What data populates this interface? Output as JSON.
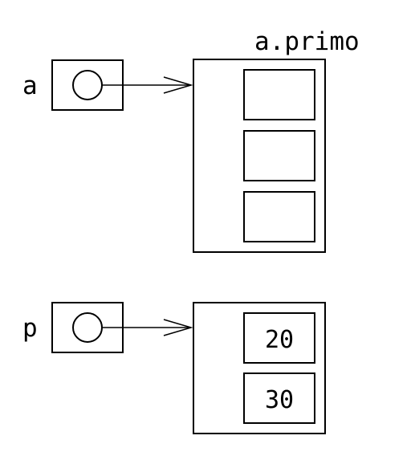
{
  "variables": [
    {
      "name": "a",
      "arrow": "pointer"
    },
    {
      "name": "p",
      "arrow": "pointer"
    }
  ],
  "structures": [
    {
      "title": "a.primo",
      "cells": [
        "",
        "",
        ""
      ]
    },
    {
      "title": "",
      "cells": [
        "20",
        "30"
      ]
    }
  ],
  "colors": {
    "stroke": "#000000",
    "background": "#ffffff"
  }
}
